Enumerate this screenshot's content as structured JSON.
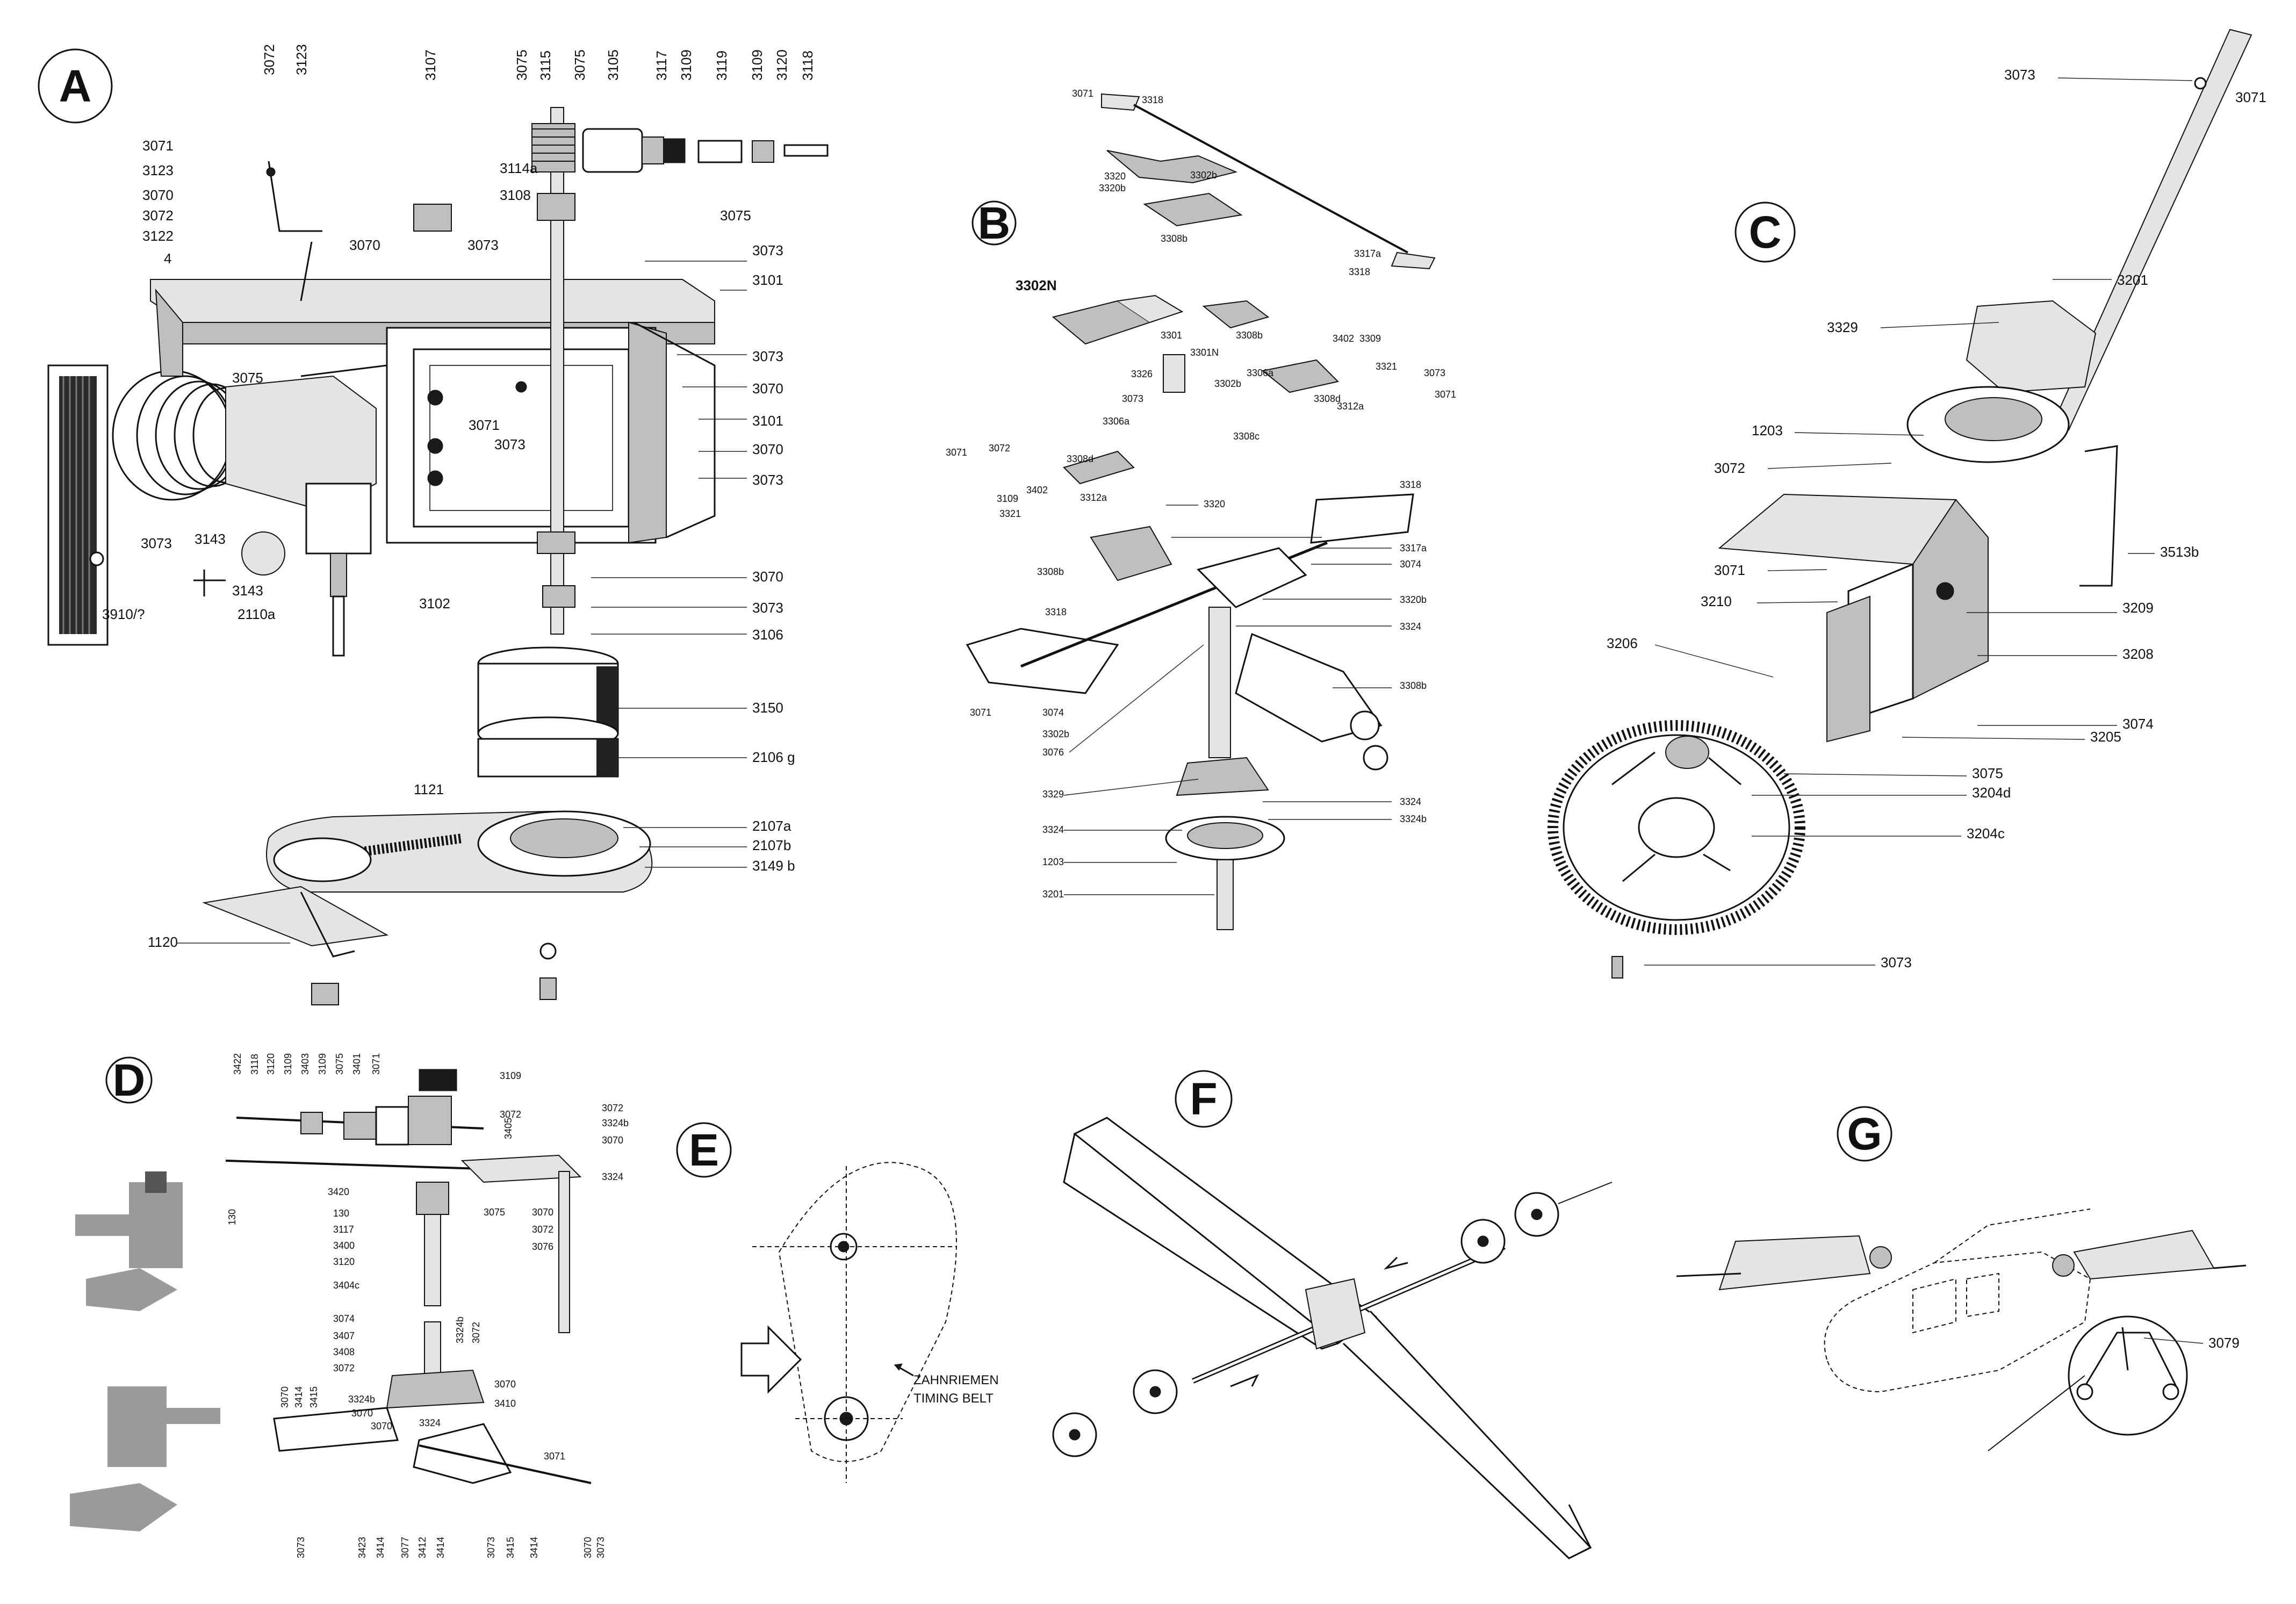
{
  "panels": {
    "A": {
      "letter": "A",
      "callouts": [
        "3072",
        "3123",
        "3107",
        "3075",
        "3115",
        "3075",
        "3105",
        "3117",
        "3109",
        "3119",
        "3109",
        "3120",
        "3118",
        "3071",
        "3123",
        "3070",
        "3072",
        "3122",
        "4",
        "3114a",
        "3108",
        "3075",
        "3070",
        "3073",
        "3073",
        "3101",
        "3073",
        "3070",
        "3101",
        "3070",
        "3073",
        "3075",
        "3071",
        "3073",
        "3073",
        "3143",
        "3102",
        "3070",
        "3073",
        "3106",
        "3143",
        "3910/?",
        "2110a",
        "3150",
        "2106 g",
        "1121",
        "2107a",
        "2107b",
        "3149 b",
        "1120"
      ]
    },
    "B": {
      "letter": "B",
      "callouts": [
        "3071",
        "3318",
        "3320",
        "3320b",
        "3302b",
        "3308b",
        "3317a",
        "3318",
        "3302N",
        "3308b",
        "3301",
        "3301N",
        "3402",
        "3309",
        "3306a",
        "3321",
        "3073",
        "3071",
        "3326",
        "3302b",
        "3308d",
        "3073",
        "3306a",
        "3308c",
        "3312a",
        "3071",
        "3072",
        "3109",
        "3402",
        "3321",
        "3308d",
        "3312a",
        "3318",
        "3320",
        "3317a",
        "3074",
        "3308b",
        "3320b",
        "3318",
        "3324",
        "3071",
        "3074",
        "3308b",
        "3302b",
        "3076",
        "3329",
        "3324",
        "3324",
        "3324b",
        "1203",
        "3201"
      ]
    },
    "C": {
      "letter": "C",
      "callouts": [
        "3073",
        "3071",
        "3201",
        "3329",
        "1203",
        "3072",
        "3513b",
        "3071",
        "3209",
        "3210",
        "3206",
        "3208",
        "3074",
        "3205",
        "3075",
        "3204d",
        "3204c",
        "3073"
      ]
    },
    "D": {
      "letter": "D",
      "callouts_top": [
        "3422",
        "3118",
        "3120",
        "3109",
        "3403",
        "3109",
        "3075",
        "3401",
        "3071",
        "3109",
        "3072",
        "3072",
        "3324b",
        "3070",
        "3405",
        "3324",
        "130",
        "3420",
        "130",
        "3117",
        "3400",
        "3120",
        "3404c",
        "3075",
        "3070",
        "3072",
        "3076",
        "3074",
        "3407",
        "3408",
        "3072",
        "3324b",
        "3072",
        "3070",
        "3324b",
        "3070",
        "3410",
        "3071",
        "3070",
        "3414",
        "3415",
        "3324",
        "3070",
        "3073",
        "3423",
        "3414",
        "3077",
        "3412",
        "3414",
        "3073",
        "3415",
        "3414",
        "3070",
        "3073"
      ]
    },
    "E": {
      "letter": "E",
      "label_de": "ZAHNRIEMEN",
      "label_en": "TIMING BELT"
    },
    "F": {
      "letter": "F"
    },
    "G": {
      "letter": "G",
      "callouts": [
        "3079"
      ]
    }
  }
}
